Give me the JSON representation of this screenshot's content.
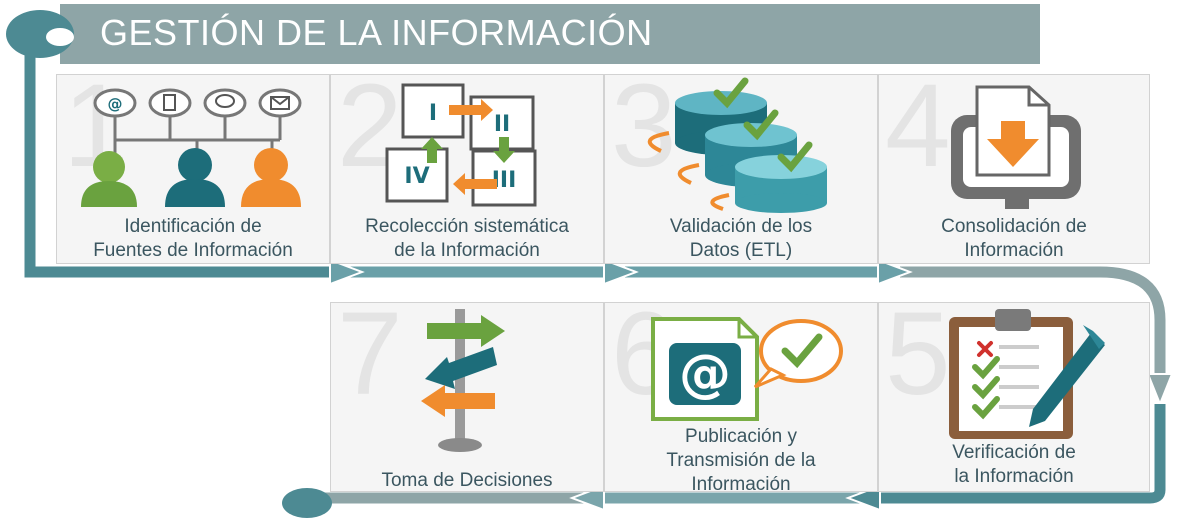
{
  "title": "GESTIÓN DE LA INFORMACIÓN",
  "colors": {
    "teal": "#4d8a93",
    "dark_teal": "#1d6d7a",
    "green": "#6aa23f",
    "orange": "#f08c2e",
    "gray": "#8ea5a7",
    "text": "#3b5660"
  },
  "steps": [
    {
      "number": "1",
      "line1": "Identificación de",
      "line2": "Fuentes de Información",
      "icon": "people-sources-icon"
    },
    {
      "number": "2",
      "line1": "Recolección sistemática",
      "line2": "de la Información",
      "icon": "cycle-quadrants-icon"
    },
    {
      "number": "3",
      "line1": "Validación de los",
      "line2": "Datos (ETL)",
      "icon": "database-check-icon"
    },
    {
      "number": "4",
      "line1": "Consolidación de",
      "line2": "Información",
      "icon": "monitor-download-icon"
    },
    {
      "number": "5",
      "line1": "Verificación de",
      "line2": "la Información",
      "icon": "clipboard-checklist-icon"
    },
    {
      "number": "6",
      "line1": "Publicación y",
      "line2": "Transmisión de la",
      "line3": "Información",
      "icon": "email-publish-icon"
    },
    {
      "number": "7",
      "line1": "Toma de Decisiones",
      "icon": "signpost-icon"
    }
  ],
  "quadrants": [
    "I",
    "II",
    "III",
    "IV"
  ],
  "at_symbol": "@"
}
